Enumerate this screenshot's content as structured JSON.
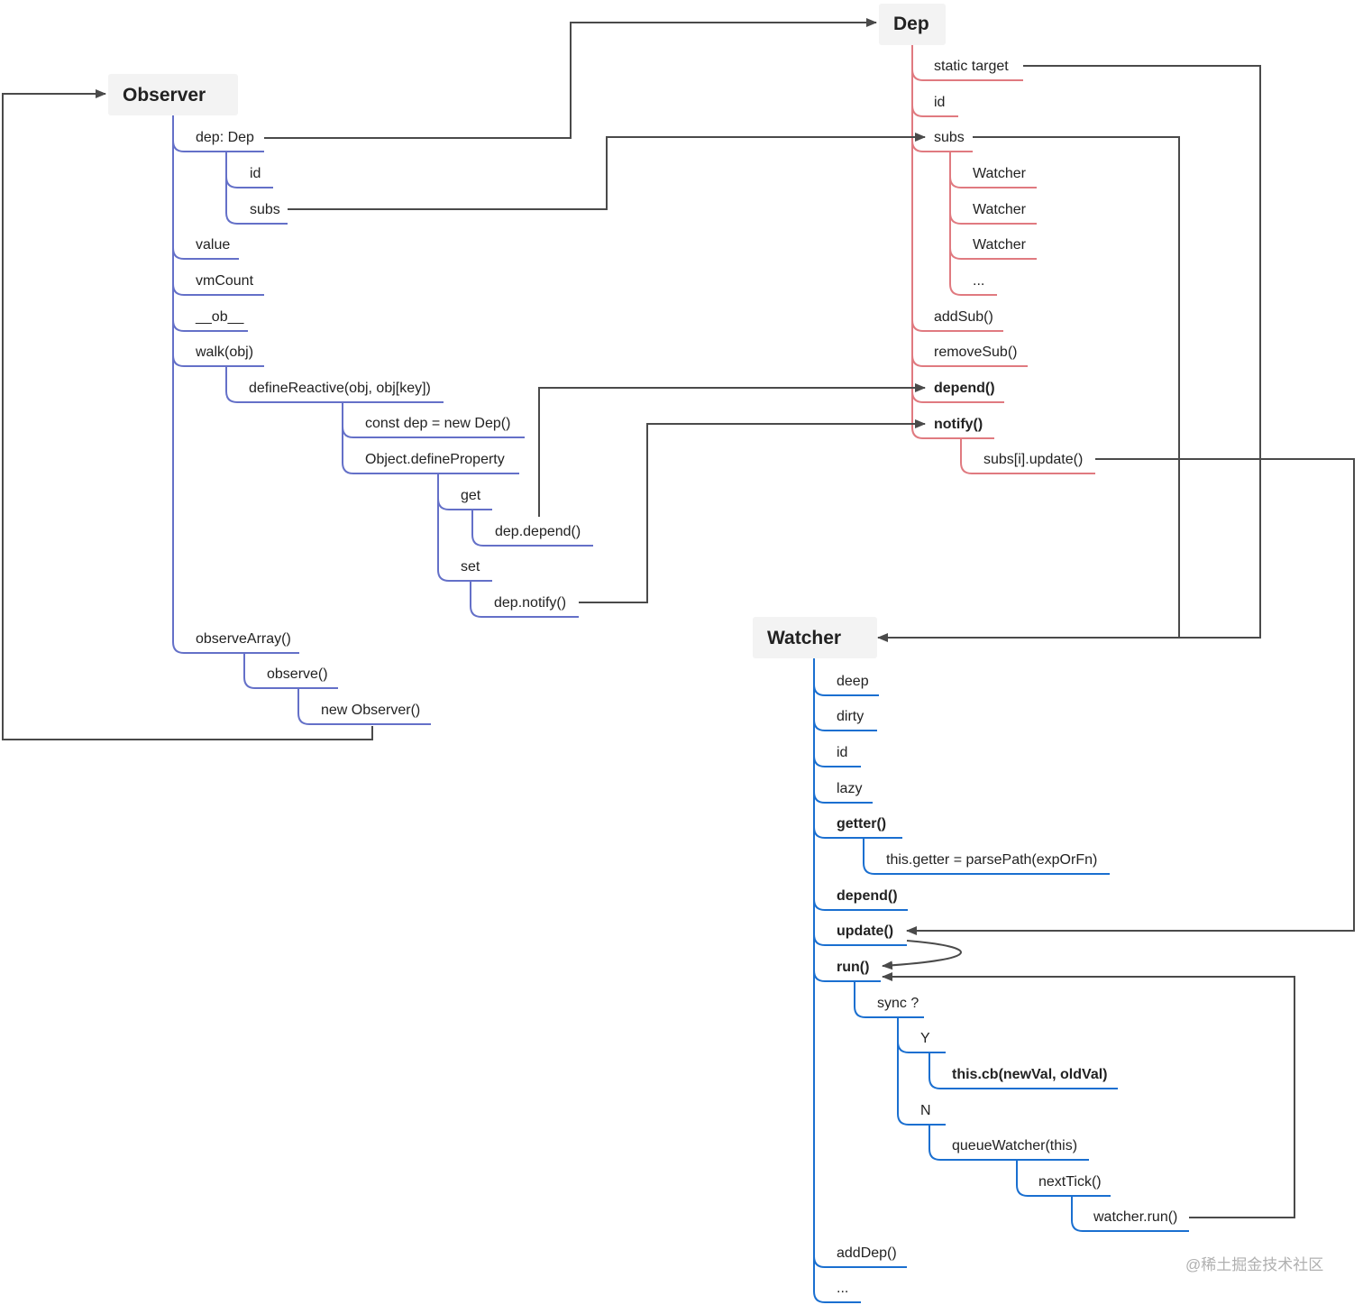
{
  "colors": {
    "observer": "#6470c8",
    "dep": "#e07a80",
    "watcher": "#1a6fd0",
    "connector": "#4a4a4a",
    "root_bg": "#f3f3f3"
  },
  "observer": {
    "title": "Observer",
    "dep_field": "dep: Dep",
    "dep_id": "id",
    "dep_subs": "subs",
    "value": "value",
    "vm_count": "vmCount",
    "ob": "__ob__",
    "walk": "walk(obj)",
    "define_reactive": "defineReactive(obj, obj[key])",
    "const_dep": "const dep = new Dep()",
    "define_property": "Object.defineProperty",
    "get": "get",
    "dep_depend": "dep.depend()",
    "set": "set",
    "dep_notify": "dep.notify()",
    "observe_array": "observeArray()",
    "observe": "observe()",
    "new_observer": "new Observer()"
  },
  "dep": {
    "title": "Dep",
    "static_target": "static target",
    "id": "id",
    "subs": "subs",
    "watcher_1": "Watcher",
    "watcher_2": "Watcher",
    "watcher_3": "Watcher",
    "more": "...",
    "add_sub": "addSub()",
    "remove_sub": "removeSub()",
    "depend": "depend()",
    "notify": "notify()",
    "subs_update": "subs[i].update()"
  },
  "watcher": {
    "title": "Watcher",
    "deep": "deep",
    "dirty": "dirty",
    "id": "id",
    "lazy": "lazy",
    "getter": "getter()",
    "getter_assign": "this.getter = parsePath(expOrFn)",
    "depend": "depend()",
    "update": "update()",
    "run": "run()",
    "sync": "sync ?",
    "yes": "Y",
    "cb": "this.cb(newVal, oldVal)",
    "no": "N",
    "queue_watcher": "queueWatcher(this)",
    "next_tick": "nextTick()",
    "watcher_run": "watcher.run()",
    "add_dep": "addDep()",
    "more": "..."
  },
  "watermark": "@稀土掘金技术社区"
}
